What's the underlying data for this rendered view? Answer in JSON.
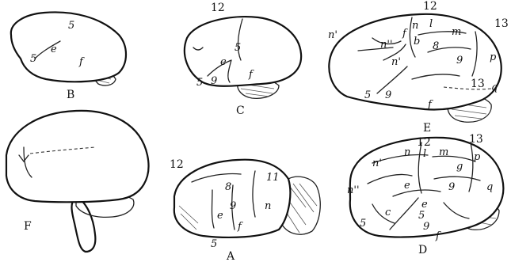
{
  "figures": {
    "B": {
      "caption": "B",
      "labels": {
        "s5": "5",
        "e": "e",
        "f": "f",
        "s5b": "5"
      }
    },
    "C": {
      "caption": "C",
      "labels": {
        "top12": "12",
        "s5": "5",
        "e": "e",
        "s9": "9",
        "f": "f",
        "s5b": "5"
      }
    },
    "E": {
      "caption": "E",
      "labels": {
        "n1": "n'",
        "n2": "n''",
        "n3": "n'",
        "f": "f",
        "n4": "n",
        "b": "b",
        "l": "l",
        "s12": "12",
        "m": "m",
        "s8": "8",
        "s9": "9",
        "s13": "13",
        "p": "p",
        "s13b": "13",
        "q": "q",
        "s9b": "9",
        "s5": "5",
        "fb": "f"
      }
    },
    "F": {
      "caption": "F",
      "labels": {}
    },
    "A": {
      "caption": "A",
      "labels": {
        "s12": "12",
        "s11": "11",
        "s8": "8",
        "s9": "9",
        "n": "n",
        "e": "e",
        "f": "f",
        "s5": "5"
      }
    },
    "D": {
      "caption": "D",
      "labels": {
        "n3": "n''",
        "n1": "n'",
        "n": "n",
        "s12": "12",
        "l": "l",
        "m": "m",
        "s13": "13",
        "p": "p",
        "g": "g",
        "s9": "9",
        "q": "q",
        "e": "e",
        "e2": "e",
        "s5": "5",
        "c": "c",
        "s9b": "9",
        "f": "f",
        "s5b": "5"
      }
    }
  }
}
